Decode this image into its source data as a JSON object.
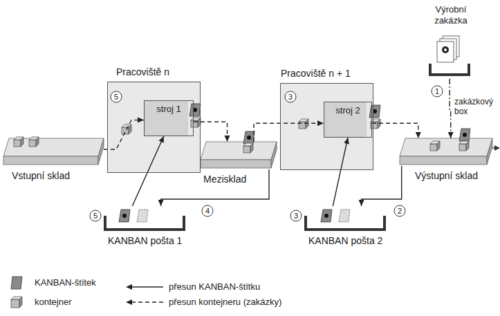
{
  "diagram": {
    "nodes": [
      {
        "text": [
          "Vstupní sklad"
        ]
      },
      {
        "text": [
          "Pracoviště n"
        ]
      },
      {
        "text": [
          "stroj 1"
        ],
        "in": 1
      },
      {
        "text": [
          "Mezisklad"
        ]
      },
      {
        "text": [
          "Pracoviště n + 1"
        ]
      },
      {
        "text": [
          "stroj 2"
        ],
        "in": 4
      },
      {
        "text": [
          "Výrobní zakázka"
        ]
      },
      {
        "text": [
          "Výstupní sklad"
        ]
      },
      {
        "text": [
          "KANBAN pošta 1"
        ]
      },
      {
        "text": [
          "KANBAN pošta 2"
        ]
      }
    ],
    "edges": [
      {
        "from": 0,
        "to": 2,
        "arrow": "to"
      },
      {
        "from": 2,
        "to": 3,
        "arrow": "to"
      },
      {
        "from": 3,
        "to": 5,
        "arrow": "to"
      },
      {
        "from": 5,
        "to": 7,
        "arrow": "to"
      },
      {
        "from": 6,
        "to": 7,
        "arrow": "to"
      },
      {
        "from": 8,
        "to": 2,
        "arrow": "to"
      },
      {
        "from": 3,
        "to": 8,
        "arrow": "to"
      },
      {
        "from": 9,
        "to": 5,
        "arrow": "to"
      },
      {
        "from": 7,
        "to": 9,
        "arrow": "to"
      }
    ],
    "labels": [
      "5",
      "3",
      "1",
      "zakázkový box",
      "5",
      "4",
      "3",
      "2"
    ],
    "legend": [
      {
        "text": "KANBAN-štítek"
      },
      {
        "text": "kontejner"
      },
      {
        "text": "přesun KANBAN-štítku"
      },
      {
        "text": "přesun kontejneru (zakázky)"
      }
    ]
  }
}
